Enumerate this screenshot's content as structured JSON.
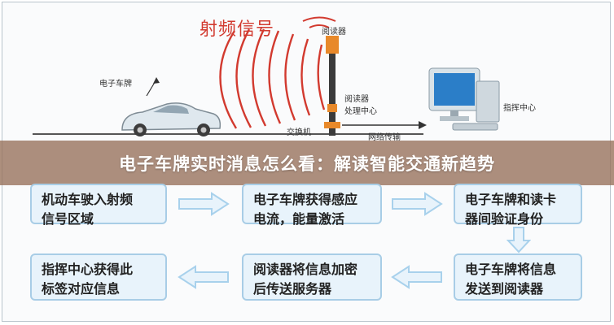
{
  "scene": {
    "title": "射频信号",
    "reader_label": "阅读器",
    "car_plate_label": "电子车牌",
    "reader_unit_label_1": "阅读器",
    "reader_unit_label_2": "处理中心",
    "switch_label": "交换机",
    "network_label": "网络传输",
    "command_center_label": "指挥中心"
  },
  "banner": {
    "title": "电子车牌实时消息怎么看：解读智能交通新趋势"
  },
  "steps": [
    {
      "line1": "机动车驶入射频",
      "line2": "信号区域"
    },
    {
      "line1": "电子车牌获得感应",
      "line2": "电流，能量激活"
    },
    {
      "line1": "电子车牌和读卡",
      "line2": "器间验证身份"
    },
    {
      "line1": "电子车牌将信息",
      "line2": "发送到阅读器"
    },
    {
      "line1": "阅读器将信息加密",
      "line2": "后传送服务器"
    },
    {
      "line1": "指挥中心获得此",
      "line2": "标签对应信息"
    }
  ],
  "colors": {
    "rf_waves": "#d23a2f",
    "pole": "#e8892a",
    "box_fill": "#e8f3fb",
    "box_border": "#a8cde6",
    "arrow": "#a8d1ec",
    "banner": "#967058"
  }
}
